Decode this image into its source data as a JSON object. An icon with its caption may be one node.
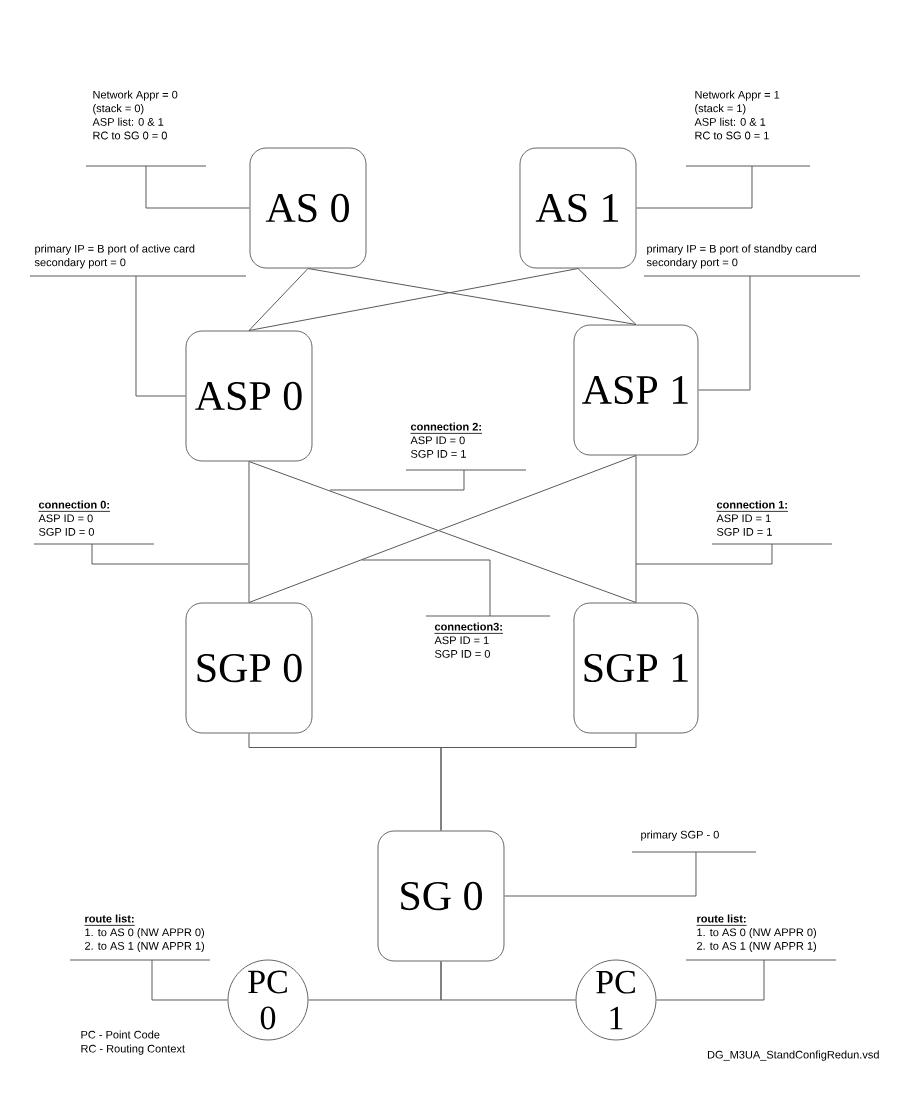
{
  "diagram": {
    "nodes": [
      {
        "text": [
          "AS 0"
        ]
      },
      {
        "text": [
          "AS 1"
        ]
      },
      {
        "text": [
          "ASP 0"
        ]
      },
      {
        "text": [
          "ASP 1"
        ]
      },
      {
        "text": [
          "SGP 0"
        ]
      },
      {
        "text": [
          "SGP 1"
        ]
      },
      {
        "text": [
          "SG 0"
        ]
      },
      {
        "text": [
          "PC 0"
        ]
      },
      {
        "text": [
          "PC 1"
        ]
      },
      {
        "text": [
          "Network Appr = 0",
          "(stack = 0)",
          "ASP list: 0 & 1",
          "RC to SG 0 = 0"
        ]
      },
      {
        "text": [
          "Network Appr = 1",
          "(stack = 1)",
          "ASP list: 0 & 1",
          "RC to SG 0 = 1"
        ]
      },
      {
        "text": [
          "primary IP = B port of active card",
          "secondary port = 0"
        ]
      },
      {
        "text": [
          "primary IP = B port of standby card",
          "secondary port = 0"
        ]
      },
      {
        "text": [
          "connection 2:",
          "ASP ID = 0",
          "SGP ID = 1"
        ]
      },
      {
        "text": [
          "connection 0:",
          "ASP ID = 0",
          "SGP ID = 0"
        ]
      },
      {
        "text": [
          "connection 1:",
          "ASP ID = 1",
          "SGP ID = 1"
        ]
      },
      {
        "text": [
          "connection3:",
          "ASP ID = 1",
          "SGP ID = 0"
        ]
      },
      {
        "text": [
          "primary SGP - 0"
        ]
      },
      {
        "text": [
          "route list:",
          "1. to AS 0 (NW APPR 0)",
          "2. to AS 1 (NW APPR 1)"
        ]
      },
      {
        "text": [
          "route list:",
          "1. to AS 0 (NW APPR 0)",
          "2. to AS 1 (NW APPR 1)"
        ]
      }
    ],
    "edges": [
      {
        "from": 0,
        "to": 2,
        "arrow": "none"
      },
      {
        "from": 0,
        "to": 3,
        "arrow": "none"
      },
      {
        "from": 1,
        "to": 2,
        "arrow": "none"
      },
      {
        "from": 1,
        "to": 3,
        "arrow": "none"
      },
      {
        "from": 2,
        "to": 4,
        "arrow": "none"
      },
      {
        "from": 2,
        "to": 5,
        "arrow": "none"
      },
      {
        "from": 3,
        "to": 4,
        "arrow": "none"
      },
      {
        "from": 3,
        "to": 5,
        "arrow": "none"
      },
      {
        "from": 4,
        "to": 6,
        "arrow": "none"
      },
      {
        "from": 5,
        "to": 6,
        "arrow": "none"
      },
      {
        "from": 6,
        "to": 7,
        "arrow": "none"
      },
      {
        "from": 6,
        "to": 8,
        "arrow": "none"
      },
      {
        "from": 9,
        "to": 0,
        "arrow": "none"
      },
      {
        "from": 10,
        "to": 1,
        "arrow": "none"
      },
      {
        "from": 11,
        "to": 2,
        "arrow": "none"
      },
      {
        "from": 12,
        "to": 3,
        "arrow": "none"
      },
      {
        "from": 13,
        "to": null,
        "arrow": "none"
      },
      {
        "from": 14,
        "to": null,
        "arrow": "none"
      },
      {
        "from": 15,
        "to": null,
        "arrow": "none"
      },
      {
        "from": 16,
        "to": null,
        "arrow": "none"
      },
      {
        "from": 17,
        "to": 6,
        "arrow": "none"
      },
      {
        "from": 18,
        "to": 7,
        "arrow": "none"
      },
      {
        "from": 19,
        "to": 8,
        "arrow": "none"
      }
    ],
    "labels": [
      "PC - Point Code",
      "RC - Routing Context",
      "DG_M3UA_StandConfigRedun.vsd"
    ]
  }
}
